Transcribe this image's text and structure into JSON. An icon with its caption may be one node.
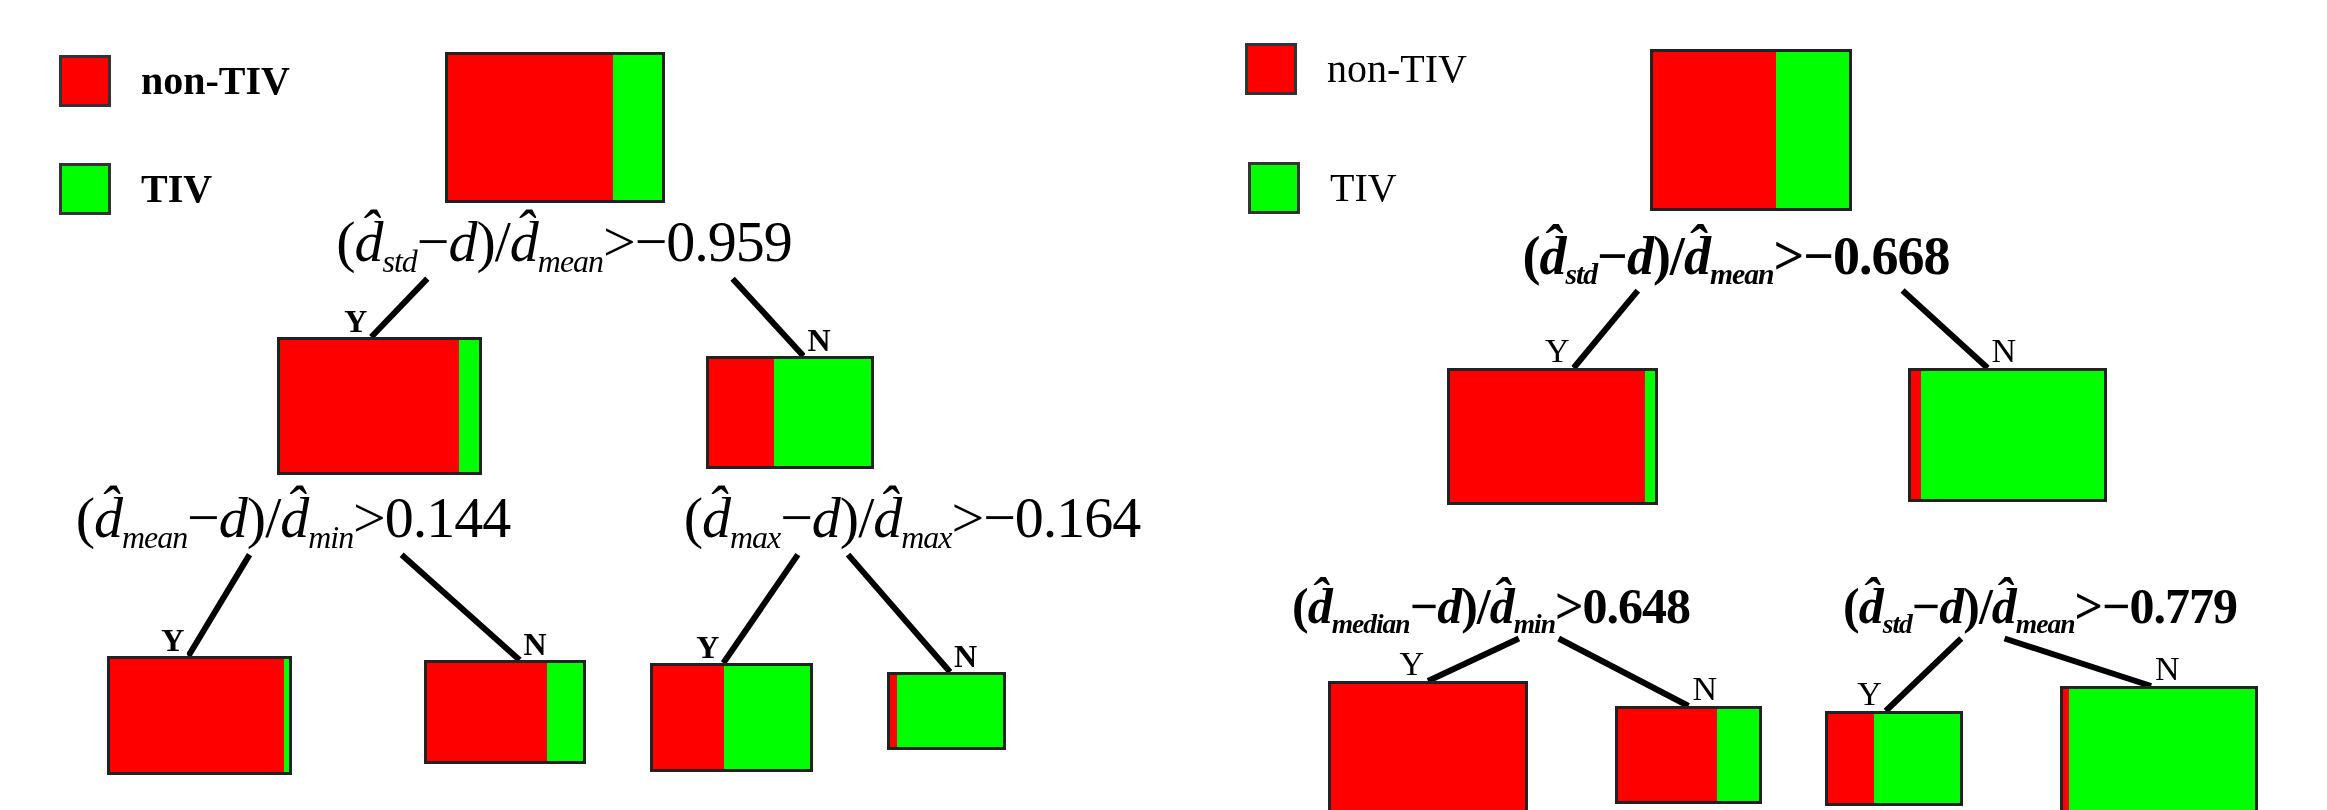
{
  "diagram": {
    "nodes": [
      {
        "text": [],
        "shape": "bar"
      },
      {
        "text": [
          "(*d̂*$_{std}$−*d*)/*d̂*$_{mean}$>−0.959"
        ]
      },
      {
        "text": [],
        "shape": "bar"
      },
      {
        "text": [],
        "shape": "bar"
      },
      {
        "text": [
          "(*d̂*$_{mean}$−*d*)/*d̂*$_{min}$>0.144"
        ]
      },
      {
        "text": [
          "(*d̂*$_{max}$−*d*)/*d̂*$_{max}$>−0.164"
        ]
      },
      {
        "text": [],
        "shape": "bar"
      },
      {
        "text": [],
        "shape": "bar"
      },
      {
        "text": [],
        "shape": "bar"
      },
      {
        "text": [],
        "shape": "bar"
      },
      {
        "text": [],
        "shape": "bar"
      },
      {
        "text": [
          "(*d̂*$_{std}$−*d*)/*d̂*$_{mean}$>−0.668"
        ]
      },
      {
        "text": [],
        "shape": "bar"
      },
      {
        "text": [],
        "shape": "bar"
      },
      {
        "text": [
          "(*d̂*$_{median}$−*d*)/*d̂*$_{min}$>0.648"
        ]
      },
      {
        "text": [
          "(*d̂*$_{std}$−*d*)/*d̂*$_{mean}$>−0.779"
        ]
      },
      {
        "text": [],
        "shape": "bar"
      },
      {
        "text": [],
        "shape": "bar"
      },
      {
        "text": [],
        "shape": "bar"
      },
      {
        "text": [],
        "shape": "bar"
      }
    ],
    "edges": [
      {
        "from": 1,
        "to": 2,
        "arrow": "none",
        "label": "Y"
      },
      {
        "from": 1,
        "to": 3,
        "arrow": "none",
        "label": "N"
      },
      {
        "from": 4,
        "to": 6,
        "arrow": "none",
        "label": "Y"
      },
      {
        "from": 4,
        "to": 7,
        "arrow": "none",
        "label": "N"
      },
      {
        "from": 5,
        "to": 8,
        "arrow": "none",
        "label": "Y"
      },
      {
        "from": 5,
        "to": 9,
        "arrow": "none",
        "label": "N"
      },
      {
        "from": 11,
        "to": 12,
        "arrow": "none",
        "label": "Y"
      },
      {
        "from": 11,
        "to": 13,
        "arrow": "none",
        "label": "N"
      },
      {
        "from": 14,
        "to": 16,
        "arrow": "none",
        "label": "Y"
      },
      {
        "from": 14,
        "to": 17,
        "arrow": "none",
        "label": "N"
      },
      {
        "from": 15,
        "to": 18,
        "arrow": "none",
        "label": "Y"
      },
      {
        "from": 15,
        "to": 19,
        "arrow": "none",
        "label": "N"
      }
    ],
    "legend": [
      {
        "text": "non-TIV",
        "color": "#ff0000"
      },
      {
        "text": "TIV",
        "color": "#00ff00"
      },
      {
        "text": "non-TIV",
        "color": "#ff0000"
      },
      {
        "text": "TIV",
        "color": "#00ff00"
      }
    ]
  }
}
